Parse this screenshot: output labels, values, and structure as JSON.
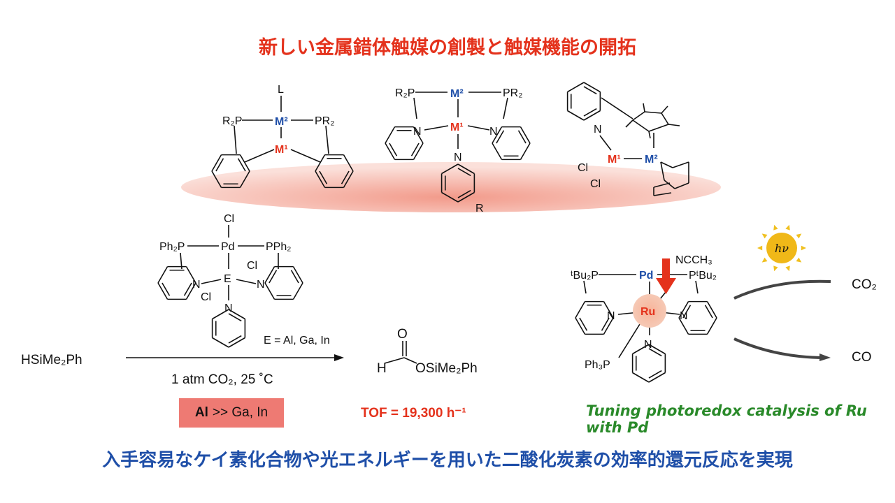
{
  "title": "新しい金属錯体触媒の創製と触媒機能の開拓",
  "conclusion": "入手容易なケイ素化合物や光エネルギーを用いた二酸化炭素の効率的還元反応を実現",
  "colors": {
    "accent_red": "#e4321c",
    "metal_blue": "#1f4fa8",
    "green": "#2a8a2a",
    "highlight_box": "#ee7a73"
  },
  "scaffolds": {
    "s1": {
      "L": "L",
      "R2P": "R₂P",
      "M2": "M²",
      "PR2": "PR₂",
      "M1": "M¹"
    },
    "s2": {
      "R2P": "R₂P",
      "M2": "M²",
      "PR2": "PR₂",
      "M1": "M¹",
      "N": "N",
      "R": "R"
    },
    "s3": {
      "N": "N",
      "M1": "M¹",
      "M2": "M²",
      "Cl": "Cl"
    }
  },
  "reaction": {
    "catalyst": {
      "Cl": "Cl",
      "Ph2P": "Ph₂P",
      "Pd": "Pd",
      "PPh2": "PPh₂",
      "E": "E",
      "N": "N"
    },
    "e_def": "E = Al, Ga, In",
    "substrate": "HSiMe₂Ph",
    "conditions": "1 atm CO₂, 25 ˚C",
    "product": {
      "O": "O",
      "H": "H",
      "OSiMe2Ph": "OSiMe₂Ph"
    },
    "selectivity_bold": "Al",
    "selectivity_rest": ">> Ga, In",
    "tof": "TOF = 19,300 h⁻¹"
  },
  "photo": {
    "tBu2P": "ᵗBu₂P",
    "Pd": "Pd",
    "PtBu2": "PᵗBu₂",
    "NCCH3": "NCCH₃",
    "Ru": "Ru",
    "N": "N",
    "Ph3P": "Ph₃P",
    "hv": "hν",
    "reactant": "CO₂",
    "product": "CO",
    "caption": "Tuning photoredox catalysis of Ru with Pd"
  }
}
